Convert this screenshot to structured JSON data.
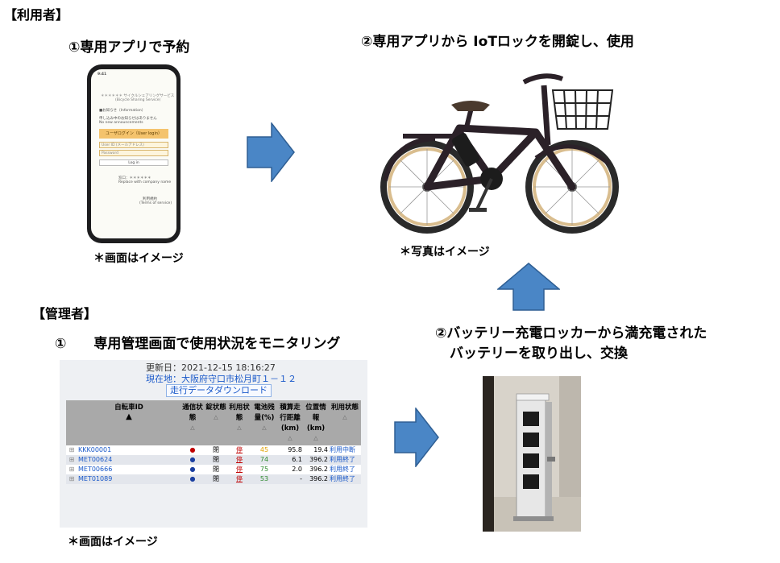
{
  "user_section": {
    "label": "【利用者】",
    "step1_title": "①専用アプリで予約",
    "step1_caption": "＊画面はイメージ",
    "step2_title": "②専用アプリから IoTロックを開錠し、使用",
    "step2_caption": "＊写真はイメージ",
    "phone_screen": {
      "status": "9:41",
      "service_title": "＊＊＊＊＊＊ サイクルシェアリングサービス",
      "service_subtitle": "(Bicycle Sharing Service)",
      "notice_heading": "■お知らせ（Information）",
      "notice_jp": "申し込み中のお知らせはありません",
      "notice_en": "No new announcements",
      "login_banner": "ユーザログイン（User login）",
      "user_id_placeholder": "User ID (メールアドレス)",
      "password_placeholder": "Password",
      "login_button": "Log in",
      "contact": "窓口：＊＊＊＊＊＊",
      "contact_en": "Replace with company name",
      "terms": "利用規約",
      "terms_en": "(Terms of service)"
    }
  },
  "admin_section": {
    "label": "【管理者】",
    "step1_title": "①　　専用管理画面で使用状況をモニタリング",
    "caption": "＊画面はイメージ",
    "screen": {
      "updated": "更新日：2021-12-15 18:16:27",
      "location": "現在地：大阪府守口市松月町１－１２",
      "download_label": "走行データダウンロード",
      "columns": [
        "自転車ID",
        "通信状態",
        "錠状態",
        "利用状態",
        "電池残量(%)",
        "積算走行距離(km)",
        "位置情報(km)",
        "利用状態"
      ],
      "rows": [
        {
          "id": "KKK00001",
          "comm": "●",
          "comm_color": "#c00000",
          "lock": "閉",
          "use": "停",
          "battery": "45",
          "battery_color": "#e0a000",
          "distance": "95.8",
          "position": "19.4",
          "status": "利用中断"
        },
        {
          "id": "MET00624",
          "comm": "●",
          "comm_color": "#1a3fa0",
          "lock": "閉",
          "use": "停",
          "battery": "74",
          "battery_color": "#2f8a2f",
          "distance": "6.1",
          "position": "396.2",
          "status": "利用終了"
        },
        {
          "id": "MET00666",
          "comm": "●",
          "comm_color": "#1a3fa0",
          "lock": "閉",
          "use": "停",
          "battery": "75",
          "battery_color": "#2f8a2f",
          "distance": "2.0",
          "position": "396.2",
          "status": "利用終了"
        },
        {
          "id": "MET01089",
          "comm": "●",
          "comm_color": "#1a3fa0",
          "lock": "閉",
          "use": "停",
          "battery": "53",
          "battery_color": "#2f8a2f",
          "distance": "-",
          "position": "396.2",
          "status": "利用終了"
        }
      ]
    }
  },
  "battery_section": {
    "title_line1": "②バッテリー充電ロッカーから満充電された",
    "title_line2": "バッテリーを取り出し、交換"
  },
  "colors": {
    "arrow_fill": "#4a86c6",
    "arrow_stroke": "#2f5f94",
    "bike_frame": "#2b2128"
  }
}
